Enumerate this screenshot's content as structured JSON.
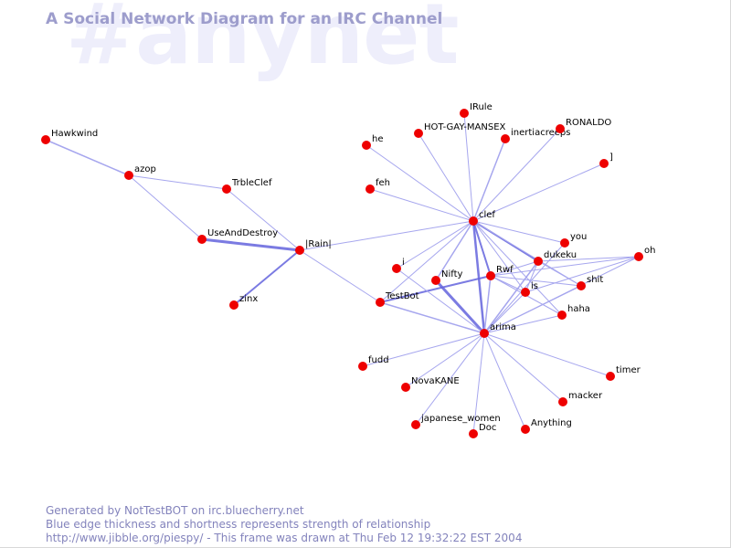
{
  "watermark": "#anynet",
  "title": "A Social Network Diagram for an IRC Channel",
  "footer": {
    "line1": "Generated by NotTestBOT on irc.bluecherry.net",
    "line2": "Blue edge thickness and shortness represents strength of relationship",
    "line3": "http://www.jibble.org/piespy/ - This frame was drawn at Thu Feb 12 19:32:22 EST 2004"
  },
  "colors": {
    "edge": "#a6a6ee",
    "edge_strong": "#6565dd",
    "node": "#ee0000",
    "label": "#000000",
    "title": "#9d9dcc",
    "watermark": "#eeeefb"
  },
  "nodes": [
    {
      "id": "Hawkwind",
      "label": "Hawkwind"
    },
    {
      "id": "azop",
      "label": "azop"
    },
    {
      "id": "TrbleClef",
      "label": "TrbleClef"
    },
    {
      "id": "UseAndDestroy",
      "label": "UseAndDestroy"
    },
    {
      "id": "Rain",
      "label": "|Rain|"
    },
    {
      "id": "zinx",
      "label": "zinx"
    },
    {
      "id": "he",
      "label": "he"
    },
    {
      "id": "feh",
      "label": "feh"
    },
    {
      "id": "HOT-GAY-MANSEX",
      "label": "HOT-GAY-MANSEX"
    },
    {
      "id": "IRule",
      "label": "IRule"
    },
    {
      "id": "inertiacreeps",
      "label": "inertiacreeps"
    },
    {
      "id": "RONALDO",
      "label": "RONALDO"
    },
    {
      "id": "]",
      "label": "]"
    },
    {
      "id": "clef",
      "label": "clef"
    },
    {
      "id": "you",
      "label": "you"
    },
    {
      "id": "dukeku",
      "label": "dukeku"
    },
    {
      "id": "oh",
      "label": "oh"
    },
    {
      "id": "shit",
      "label": "shit"
    },
    {
      "id": "i",
      "label": "i"
    },
    {
      "id": "Nifty",
      "label": "Nifty"
    },
    {
      "id": "Rwf",
      "label": "Rwf"
    },
    {
      "id": "is",
      "label": "is"
    },
    {
      "id": "haha",
      "label": "haha"
    },
    {
      "id": "TestBot",
      "label": "TestBot"
    },
    {
      "id": "arima",
      "label": "arima"
    },
    {
      "id": "fudd",
      "label": "fudd"
    },
    {
      "id": "NovaKANE",
      "label": "NovaKANE"
    },
    {
      "id": "timer",
      "label": "timer"
    },
    {
      "id": "macker",
      "label": "macker"
    },
    {
      "id": "japanese_women",
      "label": "japanese_women"
    },
    {
      "id": "Doc",
      "label": "Doc"
    },
    {
      "id": "Anything",
      "label": "Anything"
    }
  ],
  "edges": [
    {
      "from": "Hawkwind",
      "to": "azop",
      "strength": 1.5
    },
    {
      "from": "azop",
      "to": "TrbleClef",
      "strength": 1
    },
    {
      "from": "azop",
      "to": "UseAndDestroy",
      "strength": 1
    },
    {
      "from": "TrbleClef",
      "to": "Rain",
      "strength": 1
    },
    {
      "from": "UseAndDestroy",
      "to": "Rain",
      "strength": 3
    },
    {
      "from": "zinx",
      "to": "Rain",
      "strength": 2
    },
    {
      "from": "Rain",
      "to": "clef",
      "strength": 1
    },
    {
      "from": "Rain",
      "to": "TestBot",
      "strength": 1
    },
    {
      "from": "he",
      "to": "clef",
      "strength": 1
    },
    {
      "from": "feh",
      "to": "clef",
      "strength": 1
    },
    {
      "from": "HOT-GAY-MANSEX",
      "to": "clef",
      "strength": 1
    },
    {
      "from": "IRule",
      "to": "clef",
      "strength": 1
    },
    {
      "from": "inertiacreeps",
      "to": "clef",
      "strength": 1.5
    },
    {
      "from": "RONALDO",
      "to": "clef",
      "strength": 1
    },
    {
      "from": "]",
      "to": "clef",
      "strength": 1
    },
    {
      "from": "clef",
      "to": "i",
      "strength": 1
    },
    {
      "from": "clef",
      "to": "Nifty",
      "strength": 1.5
    },
    {
      "from": "clef",
      "to": "Rwf",
      "strength": 2
    },
    {
      "from": "clef",
      "to": "arima",
      "strength": 2.5
    },
    {
      "from": "clef",
      "to": "TestBot",
      "strength": 1
    },
    {
      "from": "clef",
      "to": "dukeku",
      "strength": 2
    },
    {
      "from": "clef",
      "to": "is",
      "strength": 1
    },
    {
      "from": "clef",
      "to": "shit",
      "strength": 1
    },
    {
      "from": "clef",
      "to": "haha",
      "strength": 1
    },
    {
      "from": "clef",
      "to": "you",
      "strength": 1
    },
    {
      "from": "Nifty",
      "to": "arima",
      "strength": 3
    },
    {
      "from": "Rwf",
      "to": "TestBot",
      "strength": 2
    },
    {
      "from": "Rwf",
      "to": "arima",
      "strength": 1.5
    },
    {
      "from": "Rwf",
      "to": "dukeku",
      "strength": 1
    },
    {
      "from": "Rwf",
      "to": "is",
      "strength": 1
    },
    {
      "from": "Rwf",
      "to": "shit",
      "strength": 1
    },
    {
      "from": "Rwf",
      "to": "haha",
      "strength": 1
    },
    {
      "from": "Rwf",
      "to": "oh",
      "strength": 1
    },
    {
      "from": "dukeku",
      "to": "oh",
      "strength": 1
    },
    {
      "from": "dukeku",
      "to": "arima",
      "strength": 1.5
    },
    {
      "from": "dukeku",
      "to": "is",
      "strength": 1
    },
    {
      "from": "dukeku",
      "to": "shit",
      "strength": 1
    },
    {
      "from": "you",
      "to": "arima",
      "strength": 1
    },
    {
      "from": "is",
      "to": "oh",
      "strength": 1
    },
    {
      "from": "arima",
      "to": "TestBot",
      "strength": 1.5
    },
    {
      "from": "arima",
      "to": "i",
      "strength": 1
    },
    {
      "from": "arima",
      "to": "is",
      "strength": 1
    },
    {
      "from": "arima",
      "to": "shit",
      "strength": 1
    },
    {
      "from": "arima",
      "to": "haha",
      "strength": 1
    },
    {
      "from": "arima",
      "to": "oh",
      "strength": 1
    },
    {
      "from": "arima",
      "to": "fudd",
      "strength": 1
    },
    {
      "from": "arima",
      "to": "NovaKANE",
      "strength": 1
    },
    {
      "from": "arima",
      "to": "japanese_women",
      "strength": 1
    },
    {
      "from": "arima",
      "to": "Doc",
      "strength": 1
    },
    {
      "from": "arima",
      "to": "Anything",
      "strength": 1
    },
    {
      "from": "arima",
      "to": "macker",
      "strength": 1
    },
    {
      "from": "arima",
      "to": "timer",
      "strength": 1
    }
  ]
}
